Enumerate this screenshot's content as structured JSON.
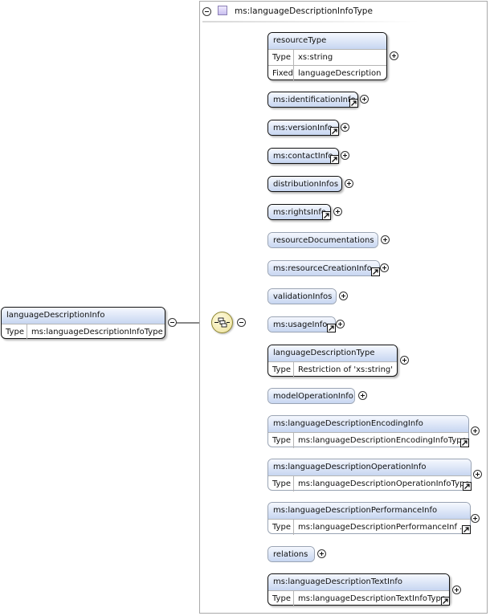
{
  "header": {
    "title": "ms:languageDescriptionInfoType"
  },
  "root": {
    "title": "languageDescriptionInfo",
    "type_key": "Type",
    "type_value": "ms:languageDescriptionInfoType"
  },
  "children": [
    {
      "name": "resourceType",
      "rows": [
        {
          "k": "Type",
          "v": "xs:string"
        },
        {
          "k": "Fixed",
          "v": "languageDescription"
        }
      ]
    },
    {
      "name": "ms:identificationInfo"
    },
    {
      "name": "ms:versionInfo"
    },
    {
      "name": "ms:contactInfo"
    },
    {
      "name": "distributionInfos"
    },
    {
      "name": "ms:rightsInfo"
    },
    {
      "name": "resourceDocumentations"
    },
    {
      "name": "ms:resourceCreationInfo"
    },
    {
      "name": "validationInfos"
    },
    {
      "name": "ms:usageInfo"
    },
    {
      "name": "languageDescriptionType",
      "rows": [
        {
          "k": "Type",
          "v": "Restriction of 'xs:string'"
        }
      ]
    },
    {
      "name": "modelOperationInfo"
    },
    {
      "name": "ms:languageDescriptionEncodingInfo",
      "rows": [
        {
          "k": "Type",
          "v": "ms:languageDescriptionEncodingInfoType"
        }
      ]
    },
    {
      "name": "ms:languageDescriptionOperationInfo",
      "rows": [
        {
          "k": "Type",
          "v": "ms:languageDescriptionOperationInfoType"
        }
      ]
    },
    {
      "name": "ms:languageDescriptionPerformanceInfo",
      "rows": [
        {
          "k": "Type",
          "v": "ms:languageDescriptionPerformanceInf ..."
        }
      ]
    },
    {
      "name": "relations"
    },
    {
      "name": "ms:languageDescriptionTextInfo",
      "rows": [
        {
          "k": "Type",
          "v": "ms:languageDescriptionTextInfoType"
        }
      ]
    }
  ]
}
